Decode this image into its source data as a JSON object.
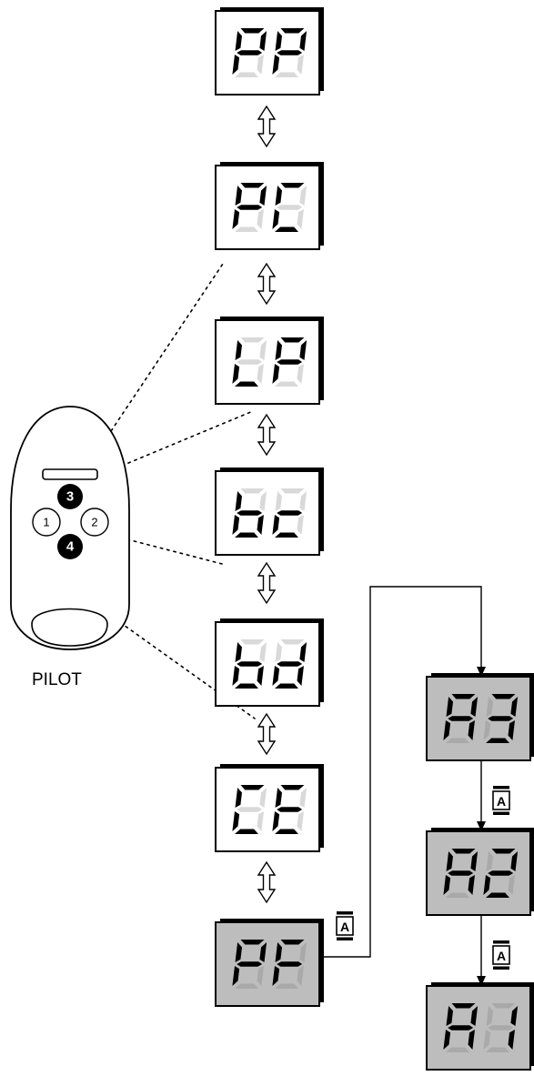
{
  "displays": {
    "pp": "PP",
    "pc": "PC",
    "lp": "LP",
    "bc": "bc",
    "bd": "bd",
    "ce": "CE",
    "pf": "PF",
    "a3": "A3",
    "a2": "A2",
    "a1": "A1"
  },
  "pilot": {
    "label": "PILOT",
    "button_1": "1",
    "button_2": "2",
    "button_3": "3",
    "button_4": "4"
  },
  "key": {
    "letter": "A"
  },
  "colors": {
    "active_display": "#bdbdbd",
    "inactive_display": "#ffffff"
  }
}
